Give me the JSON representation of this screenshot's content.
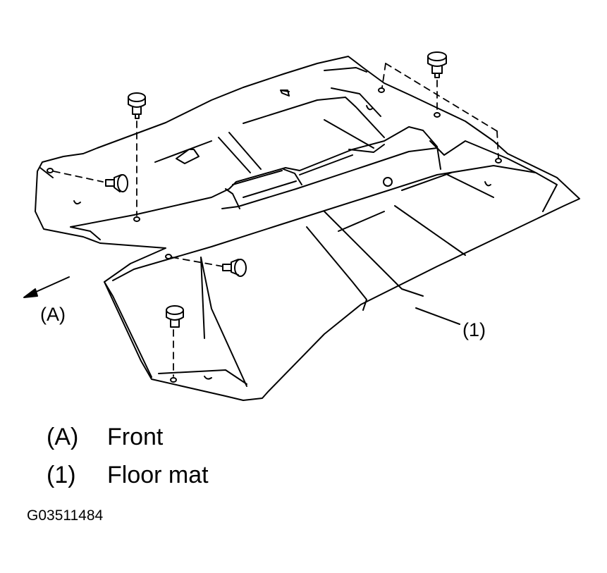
{
  "callouts": {
    "front_marker": "(A)",
    "floor_mat_marker": "(1)"
  },
  "legend": [
    {
      "key": "(A)",
      "text": "Front"
    },
    {
      "key": "(1)",
      "text": "Floor mat"
    }
  ],
  "figure_code": "G03511484"
}
